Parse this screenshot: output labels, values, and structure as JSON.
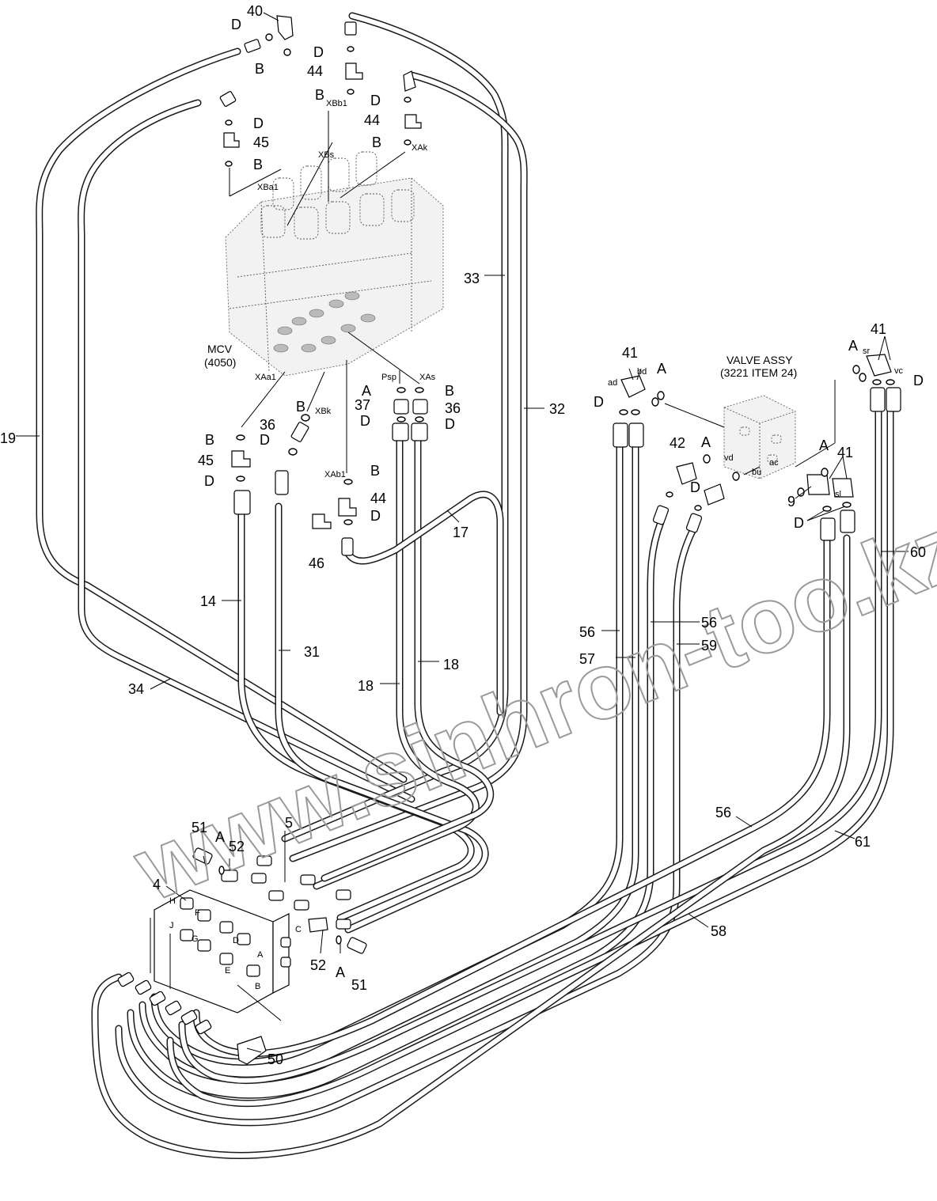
{
  "mcv_label": [
    "MCV",
    "(4050)"
  ],
  "valve_label": [
    "VALVE ASSY",
    "(3221 ITEM 24)"
  ],
  "watermark": "www.sinhron-too.kz",
  "callouts": [
    {
      "id": "c40",
      "text": "40"
    },
    {
      "id": "c44a",
      "text": "44"
    },
    {
      "id": "c44b",
      "text": "44"
    },
    {
      "id": "c44c",
      "text": "44"
    },
    {
      "id": "c45a",
      "text": "45"
    },
    {
      "id": "c45b",
      "text": "45"
    },
    {
      "id": "c33",
      "text": "33"
    },
    {
      "id": "c32",
      "text": "32"
    },
    {
      "id": "c19",
      "text": "19"
    },
    {
      "id": "c37",
      "text": "37"
    },
    {
      "id": "c36a",
      "text": "36"
    },
    {
      "id": "c36b",
      "text": "36"
    },
    {
      "id": "c46",
      "text": "46"
    },
    {
      "id": "c17",
      "text": "17"
    },
    {
      "id": "c14",
      "text": "14"
    },
    {
      "id": "c31",
      "text": "31"
    },
    {
      "id": "c34",
      "text": "34"
    },
    {
      "id": "c18a",
      "text": "18"
    },
    {
      "id": "c18b",
      "text": "18"
    },
    {
      "id": "c41a",
      "text": "41"
    },
    {
      "id": "c41b",
      "text": "41"
    },
    {
      "id": "c41c",
      "text": "41"
    },
    {
      "id": "c42",
      "text": "42"
    },
    {
      "id": "c9",
      "text": "9"
    },
    {
      "id": "c60",
      "text": "60"
    },
    {
      "id": "c56a",
      "text": "56"
    },
    {
      "id": "c56b",
      "text": "56"
    },
    {
      "id": "c56c",
      "text": "56"
    },
    {
      "id": "c57",
      "text": "57"
    },
    {
      "id": "c59",
      "text": "59"
    },
    {
      "id": "c61",
      "text": "61"
    },
    {
      "id": "c58",
      "text": "58"
    },
    {
      "id": "c51a",
      "text": "51"
    },
    {
      "id": "c51b",
      "text": "51"
    },
    {
      "id": "c52a",
      "text": "52"
    },
    {
      "id": "c52b",
      "text": "52"
    },
    {
      "id": "c5",
      "text": "5"
    },
    {
      "id": "c4",
      "text": "4"
    },
    {
      "id": "c50",
      "text": "50"
    },
    {
      "id": "cD1",
      "text": "D"
    },
    {
      "id": "cD2",
      "text": "D"
    },
    {
      "id": "cD3",
      "text": "D"
    },
    {
      "id": "cD4",
      "text": "D"
    },
    {
      "id": "cD5",
      "text": "D"
    },
    {
      "id": "cD6",
      "text": "D"
    },
    {
      "id": "cD7",
      "text": "D"
    },
    {
      "id": "cD8",
      "text": "D"
    },
    {
      "id": "cD9",
      "text": "D"
    },
    {
      "id": "cD10",
      "text": "D"
    },
    {
      "id": "cD11",
      "text": "D"
    },
    {
      "id": "cD12",
      "text": "D"
    },
    {
      "id": "cD13",
      "text": "D"
    },
    {
      "id": "cB1",
      "text": "B"
    },
    {
      "id": "cB2",
      "text": "B"
    },
    {
      "id": "cB3",
      "text": "B"
    },
    {
      "id": "cB4",
      "text": "B"
    },
    {
      "id": "cB5",
      "text": "B"
    },
    {
      "id": "cB6",
      "text": "B"
    },
    {
      "id": "cB7",
      "text": "B"
    },
    {
      "id": "cB8",
      "text": "B"
    },
    {
      "id": "cA1",
      "text": "A"
    },
    {
      "id": "cA2",
      "text": "A"
    },
    {
      "id": "cA3",
      "text": "A"
    },
    {
      "id": "cA4",
      "text": "A"
    },
    {
      "id": "cA5",
      "text": "A"
    },
    {
      "id": "cA6",
      "text": "A"
    },
    {
      "id": "cA7",
      "text": "A"
    }
  ],
  "ports": [
    {
      "id": "pXBs",
      "text": "XBs"
    },
    {
      "id": "pXBb1",
      "text": "XBb1"
    },
    {
      "id": "pXAk",
      "text": "XAk"
    },
    {
      "id": "pXBa1",
      "text": "XBa1"
    },
    {
      "id": "pXAa1",
      "text": "XAa1"
    },
    {
      "id": "pXBk",
      "text": "XBk"
    },
    {
      "id": "pXAb1",
      "text": "XAb1"
    },
    {
      "id": "pPsp",
      "text": "Psp"
    },
    {
      "id": "pXAs",
      "text": "XAs"
    },
    {
      "id": "pad",
      "text": "ad"
    },
    {
      "id": "pbd",
      "text": "bd"
    },
    {
      "id": "pvd",
      "text": "vd"
    },
    {
      "id": "pbu",
      "text": "bu"
    },
    {
      "id": "pac",
      "text": "ac"
    },
    {
      "id": "psr",
      "text": "sr"
    },
    {
      "id": "pvc",
      "text": "vc"
    },
    {
      "id": "psl",
      "text": "sl"
    },
    {
      "id": "pH",
      "text": "H"
    },
    {
      "id": "pF",
      "text": "F"
    },
    {
      "id": "pJ",
      "text": "J"
    },
    {
      "id": "pG",
      "text": "G"
    },
    {
      "id": "pD",
      "text": "D"
    },
    {
      "id": "pE",
      "text": "E"
    },
    {
      "id": "pA",
      "text": "A"
    },
    {
      "id": "pB",
      "text": "B"
    },
    {
      "id": "pC",
      "text": "C"
    }
  ]
}
